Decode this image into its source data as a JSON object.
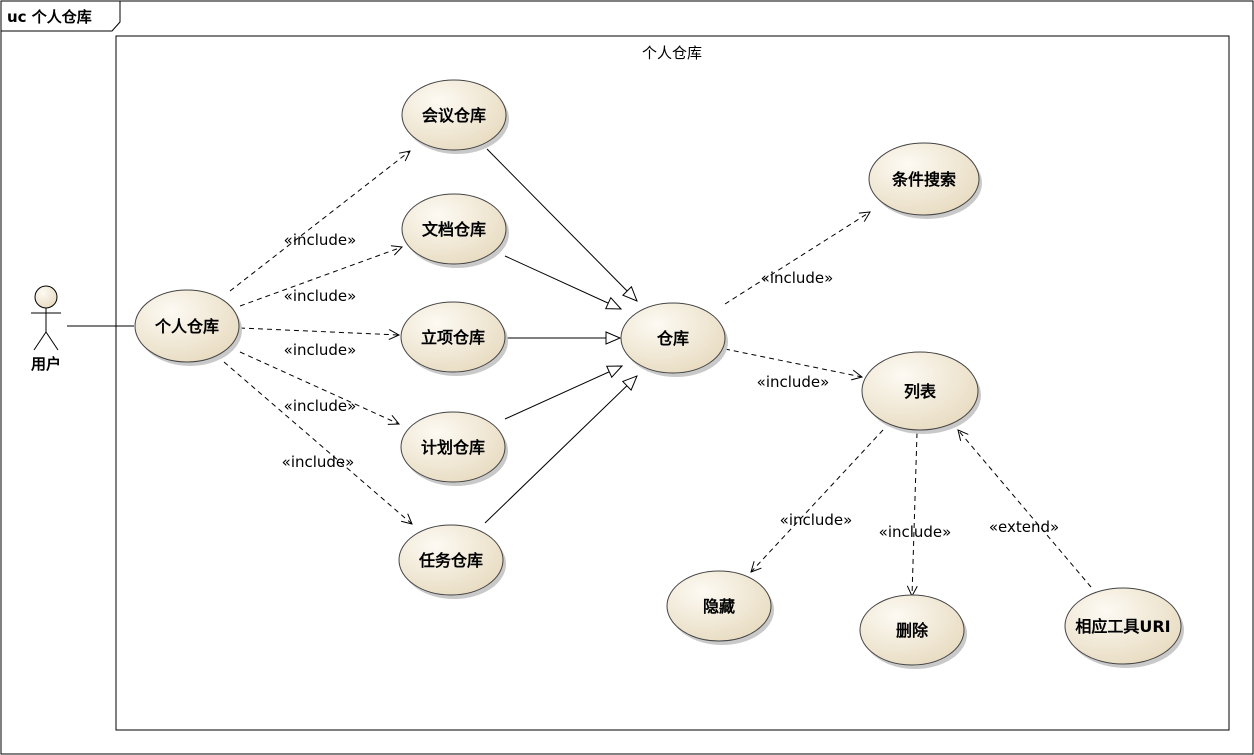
{
  "frame": {
    "title": "uc 个人仓库"
  },
  "boundary": {
    "title": "个人仓库"
  },
  "actor": {
    "label": "用户"
  },
  "use_cases": {
    "personal": "个人仓库",
    "meeting": "会议仓库",
    "document": "文档仓库",
    "project": "立项仓库",
    "plan": "计划仓库",
    "task": "任务仓库",
    "repo": "仓库",
    "search": "条件搜索",
    "list": "列表",
    "hide": "隐藏",
    "delete": "删除",
    "uri": "相应工具URI"
  },
  "relations": {
    "inc_meeting": "«include»",
    "inc_document": "«include»",
    "inc_project": "«include»",
    "inc_plan": "«include»",
    "inc_task": "«include»",
    "inc_search": "«include»",
    "inc_list": "«include»",
    "inc_hide": "«include»",
    "inc_delete": "«include»",
    "ext_uri": "«extend»"
  },
  "colors": {
    "ellipse_fill_light": "#fdfaf3",
    "ellipse_fill_dark": "#e8dcc2",
    "shadow": "#c9c9c9"
  }
}
